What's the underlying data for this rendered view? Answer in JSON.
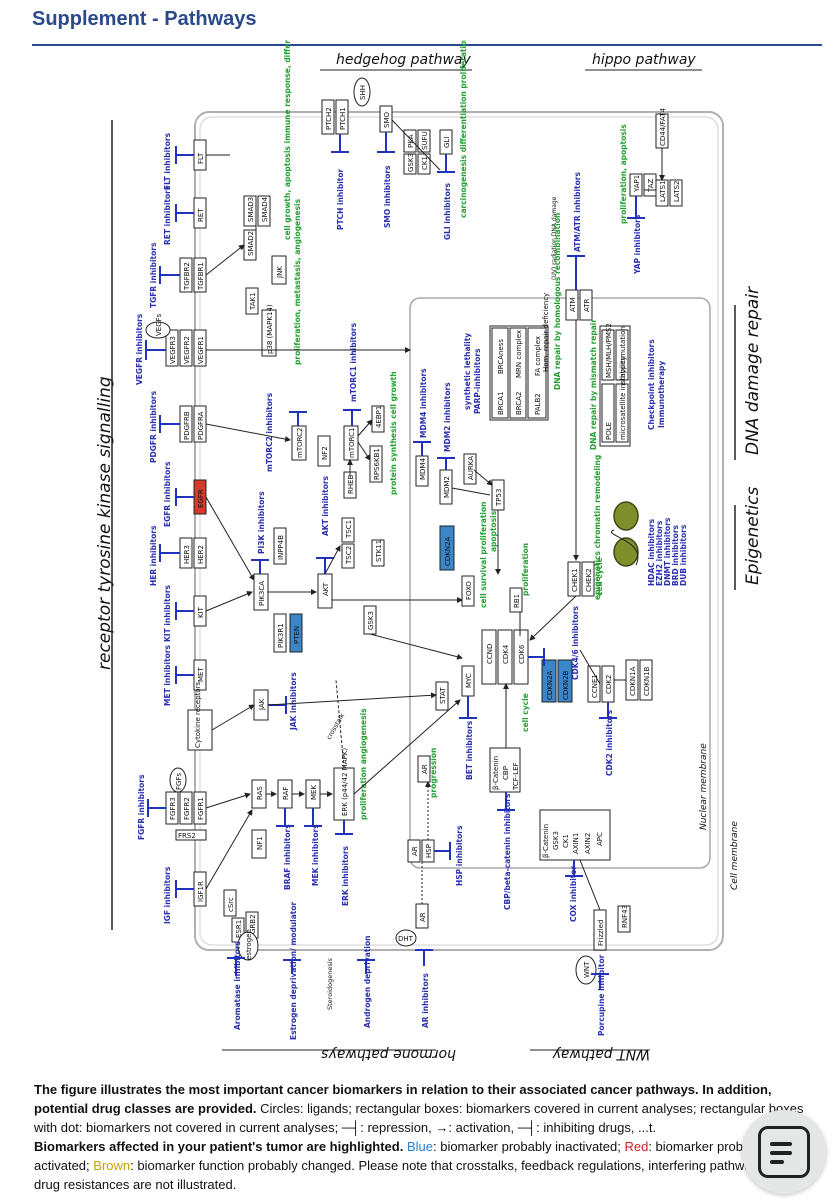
{
  "header": {
    "title": "Supplement - Pathways"
  },
  "pathway_titles": {
    "hedgehog": "hedgehog pathway",
    "hippo": "hippo pathway",
    "receptor": "receptor tyrosine kinase signalling",
    "dna": "DNA damage repair",
    "epigenetics": "Epigenetics",
    "hormone": "hormone pathways",
    "wnt": "WNT pathway",
    "cell_membrane": "Cell membrane",
    "nuclear_membrane": "Nuclear membrane"
  },
  "colors": {
    "blue_highlight": "#3a86c8",
    "red_highlight": "#d63a2f",
    "inhibitor": "#2233bb",
    "effect": "#22a030",
    "title": "#2b4a8b"
  },
  "nodes": {
    "flt": "FLT",
    "ret": "RET",
    "tgfbr2": "TGFBR2",
    "tgfbr1": "TGFBR1",
    "vegfr3": "VEGFR3",
    "vegfr2": "VEGFR2",
    "vegfr1": "VEGFR1",
    "pdgfrb": "PDGFRB",
    "pdgfra": "PDGFRA",
    "egfr": "EGFR",
    "her3": "HER3",
    "her2": "HER2",
    "kit": "KIT",
    "met": "MET",
    "cytokine": "Cytokine receptors",
    "fgfr3": "FGFR3",
    "fgfr2": "FGFR2",
    "fgfr1": "FGFR1",
    "frs2": "FRS2",
    "igf1r": "IGF1R",
    "csrc": "cSrc",
    "esr1": "ESR1",
    "grb2": "GRB2",
    "smad3": "SMAD3",
    "smad4": "SMAD4",
    "smad2": "SMAD2",
    "jnk": "JNK",
    "tak1": "TAK1",
    "p38": "p38 (MAPK14)",
    "mtorc2": "mTORC2",
    "mtorc1": "mTORC1",
    "rps6kb1": "RPS6KB1",
    "4ebp1": "4EBP1",
    "nf2": "NF2",
    "rheb": "RHEB",
    "tsc1": "TSC1",
    "tsc2": "TSC2",
    "stk11": "STK11",
    "inpp4b": "INPP4B",
    "pik3ca": "PIK3CA",
    "pik3r1": "PIK3R1",
    "pten": "PTEN",
    "akt": "AKT",
    "gsk3": "GSK3",
    "jak": "JAK",
    "ras": "RAS",
    "raf": "RAF",
    "mek": "MEK",
    "nf1": "NF1",
    "erk": "ERK (p44/42 MAPK)",
    "ptch2": "PTCH2",
    "ptch1": "PTCH1",
    "shh": "SHH",
    "smo": "SMO",
    "pka": "PKA",
    "sufu": "SUFU",
    "gsk3b": "GSK3",
    "ck1": "CK1",
    "gli": "GLI",
    "yap1": "YAP1",
    "taz": "TAZ",
    "lats1": "LATS1",
    "lats2": "LATS2",
    "cd44": "CD44/FAT4",
    "atm": "ATM",
    "atr": "ATR",
    "brca1": "BRCA1",
    "brca2": "BRCA2",
    "palb2": "PALB2",
    "brcaness": "BRCAness",
    "mrn": "MRN complex",
    "fa": "FA complex",
    "hrd": "Hom. repair deficiency",
    "msh": "MSH/MLH/PMS2",
    "pole": "POLE",
    "hypermut": "hypermutation",
    "msi": "microsatellite instability",
    "mdm4": "MDM4",
    "mdm2": "MDM2",
    "aurka": "AURKA",
    "tp53": "TP53",
    "cdkn2a": "CDKN2A",
    "foxo": "FOXO",
    "rb1": "RB1",
    "chek1": "CHEK1",
    "chek2": "CHEK2",
    "ccnd": "CCND",
    "cdk4": "CDK4",
    "cdk6": "CDK6",
    "cdkn2a2": "CDKN2A",
    "cdkn2b": "CDKN2B",
    "myc": "MYC",
    "stat": "STAT",
    "ccne1": "CCNE1",
    "cdk2": "CDK2",
    "cdkn1a": "CDKN1A",
    "cdkn1b": "CDKN1B",
    "ar_top": "AR",
    "ar_mid": "AR",
    "hsp": "HSP",
    "ar_bot": "AR",
    "bcat": "β-Catenin",
    "cbp": "CBP",
    "tcf": "TCF-LEF",
    "bcat2": "β-Catenin",
    "gsk3c": "GSK3",
    "ck1b": "CK1",
    "axin1": "AXIN1",
    "axin2": "AXIN2",
    "apc": "APC",
    "frizzled": "Frizzled",
    "rnf43": "RNF43",
    "vegfs": "VEGFs",
    "fgfs": "FGFs",
    "estrogen": "estrogen",
    "dht": "DHT",
    "wnt": "WNT"
  },
  "inhibitors": {
    "flt": "FLT inhibitors",
    "ret": "RET inhibitors",
    "tgfr": "TGFR inhibitors",
    "vegfr": "VEGFR inhibitors",
    "pdgfr": "PDGFR inhibitors",
    "egfr": "EGFR inhibitors",
    "her": "HER inhibitors",
    "kit": "KIT inhibitors",
    "met": "MET inhibitors",
    "fgfr": "FGFR inhibitors",
    "igf": "IGF inhibitors",
    "ptch": "PTCH inhibitor",
    "smo": "SMO inhibitors",
    "gli": "GLI inhibitors",
    "atm": "ATM/ATR inhibitors",
    "yap": "YAP inhibitors",
    "mtorc1": "mTORC1 inhibitors",
    "mtorc2": "mTORC2 inhibitors",
    "pi3k": "PI3K inhibitors",
    "akt": "AKT inhibitors",
    "jak": "JAK inhibitors",
    "braf": "BRAF inhibitors",
    "mek": "MEK inhibitors",
    "erk": "ERK inhibitors",
    "mdm4": "MDM4 inhibitors",
    "mdm2": "MDM2 inhibitors",
    "parp": "PARP-inhibitors",
    "checkpoint": "Checkpoint inhibitors",
    "cdk46": "CDK4/6 inhibitors",
    "bet": "BET inhibitors",
    "cdk2": "CDK2 inhibitors",
    "hsp": "HSP inhibitors",
    "cbp": "CBP/beta-catenin inhibitors",
    "cox": "COX inhibitor",
    "aromatase": "Aromatase inhibitors",
    "estrogen_dep": "Estrogen deprivation/ modulator",
    "androgen": "Androgen deprivation",
    "ar": "AR inhibitors",
    "porcupine": "Porcupine inhibitor",
    "epi": [
      "HDAC inhibitors",
      "EZH2 inhibitors",
      "DNMT inhibitors",
      "BRD inhibitors",
      "DUB inhibitors"
    ],
    "immunotherapy": "Immunotherapy"
  },
  "effects": {
    "flt": "cell growth, apoptosis immune response, differentiation",
    "tak": "proliferation, metastasis, angiogenesis",
    "gli": "carcinogenesis differentiation proliferation, cell survival",
    "yap": "proliferation, apoptosis",
    "mtor": "protein synthesis cell growth",
    "synthetic": "synthetic lethality",
    "dna_repair": "DNA repair by homologous recombination",
    "mismatch": "DNA repair by mismatch repair",
    "apoptosis": "apoptosis",
    "proliferation": "proliferation",
    "cell_survival": "cell survival proliferation",
    "cell_cycle": "cell cycle",
    "cell_cycle2": "cell cycle",
    "epigenetics": "epigenetics chromatin remodeling",
    "erk": "proliferation angiogenesis",
    "ar": "progression",
    "radiation": "(UV) radiation DNA damage",
    "crosstalk": "crosstalk",
    "steroidogenesis": "Steroidogenesis"
  },
  "caption": {
    "p1_bold": "The figure illustrates the most important cancer biomarkers in relation to their associated cancer pathways. In addition, potential drug classes are provided.",
    "p1_rest": " Circles: ligands; rectangular boxes: biomarkers covered in current analyses; rectangular boxes with dot: biomarkers not covered in current analyses; ─┤: repression, →: activation, ─┤: inhibiting drugs, ...t.",
    "p2_bold": "Biomarkers affected in your patient's tumor are highlighted.",
    "blue_word": "Blue",
    "blue_text": ": biomarker probably inactivated; ",
    "red_word": "Red",
    "red_text": ": biomarker probably activated; ",
    "brown_word": "Brown",
    "brown_text": ": biomarker function probably changed. Please note that crosstalks, feedback regulations, interfering pathways and drug resistances are not illustrated."
  }
}
